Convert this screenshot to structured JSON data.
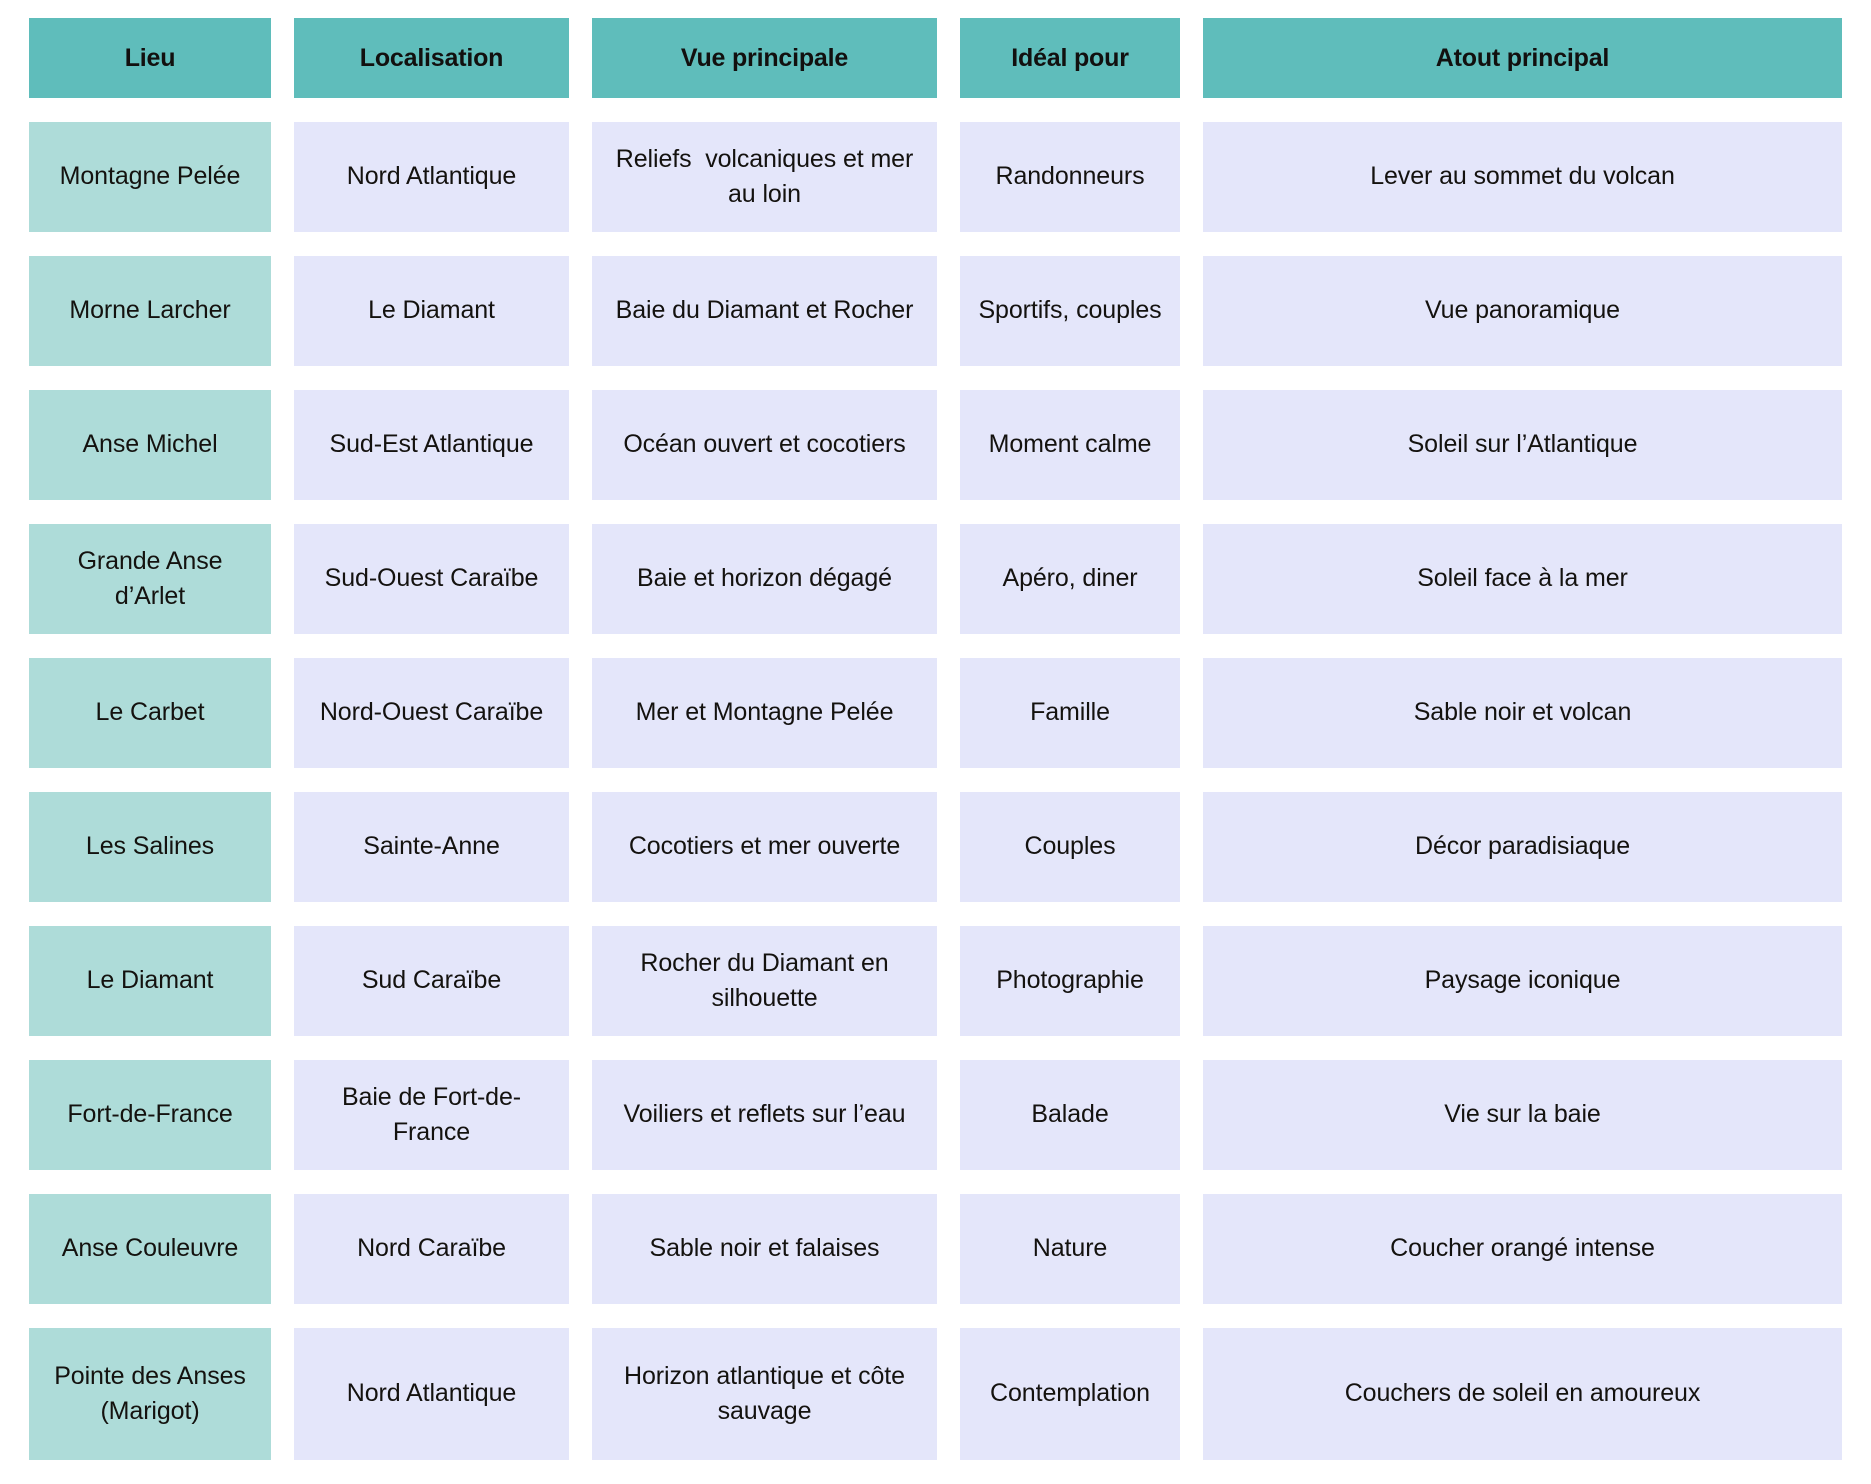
{
  "table": {
    "columns": [
      {
        "key": "lieu",
        "label": "Lieu"
      },
      {
        "key": "localisation",
        "label": "Localisation"
      },
      {
        "key": "vue",
        "label": "Vue principale"
      },
      {
        "key": "ideal",
        "label": "Idéal pour"
      },
      {
        "key": "atout",
        "label": "Atout principal"
      }
    ],
    "colors": {
      "header_bg": "#5FBDBB",
      "first_column_bg": "#AEDCD9",
      "cell_bg": "#E4E6FA",
      "text": "#14120f",
      "page_bg": "#FFFFFF"
    },
    "rows": [
      {
        "lieu": "Montagne Pelée",
        "localisation": "Nord Atlantique",
        "vue": "Reliefs  volcaniques et mer au loin",
        "ideal": "Randonneurs",
        "atout": "Lever au sommet du volcan"
      },
      {
        "lieu": "Morne Larcher",
        "localisation": "Le Diamant",
        "vue": "Baie du Diamant et Rocher",
        "ideal": "Sportifs, couples",
        "atout": "Vue panoramique"
      },
      {
        "lieu": "Anse Michel",
        "localisation": "Sud-Est Atlantique",
        "vue": "Océan ouvert et cocotiers",
        "ideal": "Moment calme",
        "atout": "Soleil sur l’Atlantique"
      },
      {
        "lieu": "Grande Anse d’Arlet",
        "localisation": "Sud-Ouest Caraïbe",
        "vue": "Baie et horizon dégagé",
        "ideal": "Apéro, diner",
        "atout": "Soleil face à la mer"
      },
      {
        "lieu": "Le Carbet",
        "localisation": "Nord-Ouest Caraïbe",
        "vue": "Mer et Montagne Pelée",
        "ideal": "Famille",
        "atout": "Sable noir et volcan"
      },
      {
        "lieu": "Les Salines",
        "localisation": "Sainte-Anne",
        "vue": "Cocotiers et mer ouverte",
        "ideal": "Couples",
        "atout": "Décor paradisiaque"
      },
      {
        "lieu": "Le Diamant",
        "localisation": "Sud Caraïbe",
        "vue": "Rocher du Diamant en silhouette",
        "ideal": "Photographie",
        "atout": "Paysage iconique"
      },
      {
        "lieu": "Fort-de-France",
        "localisation": "Baie de Fort-de-France",
        "vue": "Voiliers et reflets sur l’eau",
        "ideal": "Balade",
        "atout": "Vie sur la baie"
      },
      {
        "lieu": "Anse Couleuvre",
        "localisation": "Nord Caraïbe",
        "vue": "Sable noir et falaises",
        "ideal": "Nature",
        "atout": "Coucher orangé intense"
      },
      {
        "lieu": "Pointe des Anses (Marigot)",
        "localisation": "Nord Atlantique",
        "vue": "Horizon atlantique et côte sauvage",
        "ideal": "Contemplation",
        "atout": "Couchers de soleil en amoureux"
      }
    ]
  }
}
